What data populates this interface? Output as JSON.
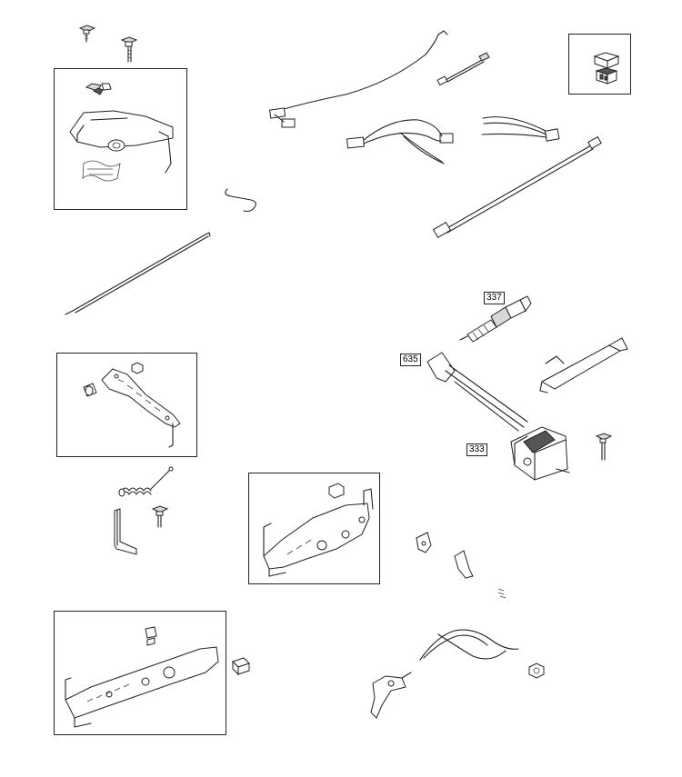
{
  "diagram": {
    "callouts": [
      {
        "id": "ignition_coil",
        "label": "333"
      },
      {
        "id": "spark_plug",
        "label": "337"
      },
      {
        "id": "plug_boot",
        "label": "635"
      }
    ]
  }
}
